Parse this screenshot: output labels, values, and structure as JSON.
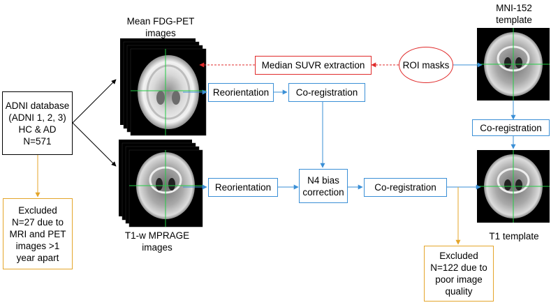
{
  "labels": {
    "fdg_images": "Mean FDG-PET\nimages",
    "t1_images": "T1-w MPRAGE\nimages",
    "mni_template": "MNI-152\ntemplate",
    "t1_template": "T1 template"
  },
  "boxes": {
    "adni": "ADNI database\n(ADNI 1, 2, 3)\nHC & AD\nN=571",
    "excluded_left": "Excluded\nN=27 due to\nMRI and PET\nimages >1\nyear apart",
    "excluded_right": "Excluded\nN=122 due to\npoor image\nquality",
    "median_suvr": "Median SUVR extraction",
    "roi_masks": "ROI masks",
    "reorient_top": "Reorientation",
    "coreg_top": "Co-registration",
    "reorient_bottom": "Reorientation",
    "n4": "N4 bias\ncorrection",
    "coreg_bottom": "Co-registration",
    "coreg_mni": "Co-registration"
  },
  "colors": {
    "blue_line": "#3a8fd6",
    "orange_line": "#e4a52a",
    "red_line": "#e02b2b",
    "crosshair": "#22cc44"
  }
}
